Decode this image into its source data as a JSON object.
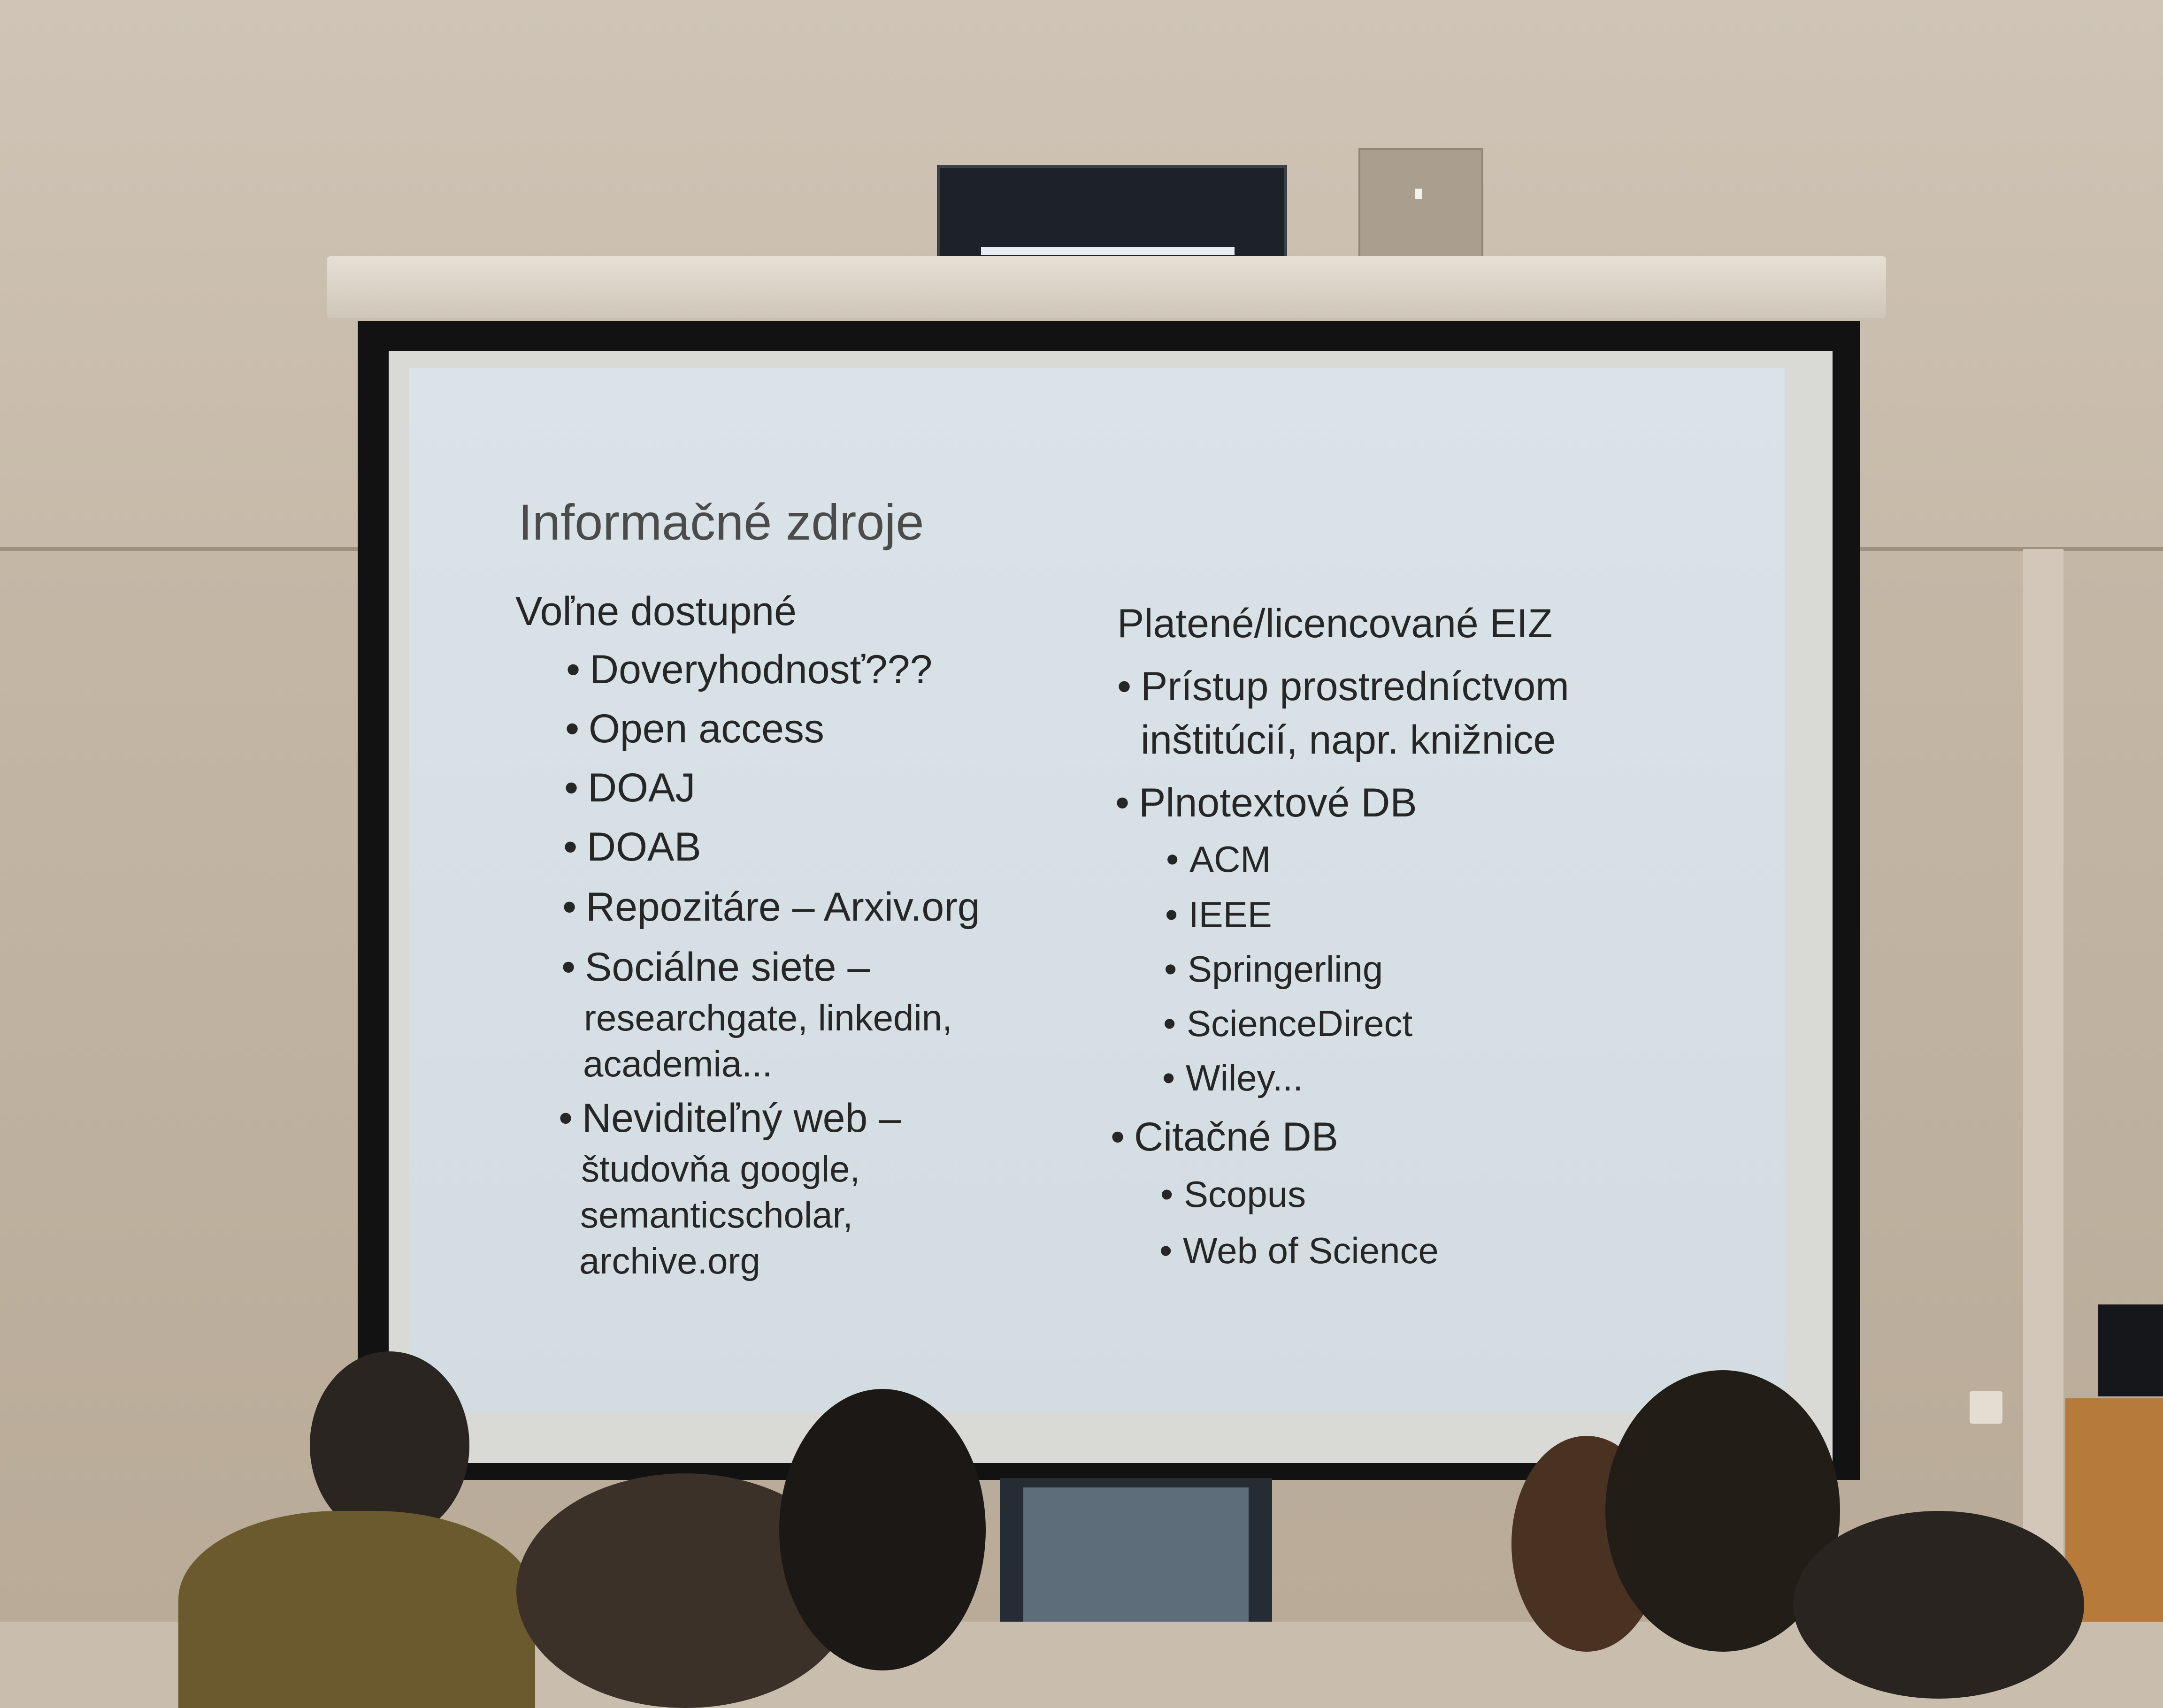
{
  "slide": {
    "title": "Informačné zdroje",
    "left": {
      "heading": "Voľne dostupné",
      "bullet": "•",
      "items": [
        "Doveryhodnosť???",
        "Open access",
        "DOAJ",
        "DOAB",
        "Repozitáre – Arxiv.org",
        "Sociálne siete –",
        "researchgate, linkedin,",
        "academia...",
        "Neviditeľný web –",
        "študovňa google,",
        "semanticscholar,",
        "archive.org"
      ]
    },
    "right": {
      "heading": "Platené/licencované EIZ",
      "access_line1": "Prístup prostredníctvom",
      "access_line2": "inštitúcií, napr. knižnice",
      "fulltext": "Plnotextové DB",
      "fulltext_items": [
        "ACM",
        "IEEE",
        "Springerling",
        "ScienceDirect",
        "Wiley..."
      ],
      "citation": "Citačné DB",
      "citation_items": [
        "Scopus",
        "Web of Science"
      ]
    }
  }
}
